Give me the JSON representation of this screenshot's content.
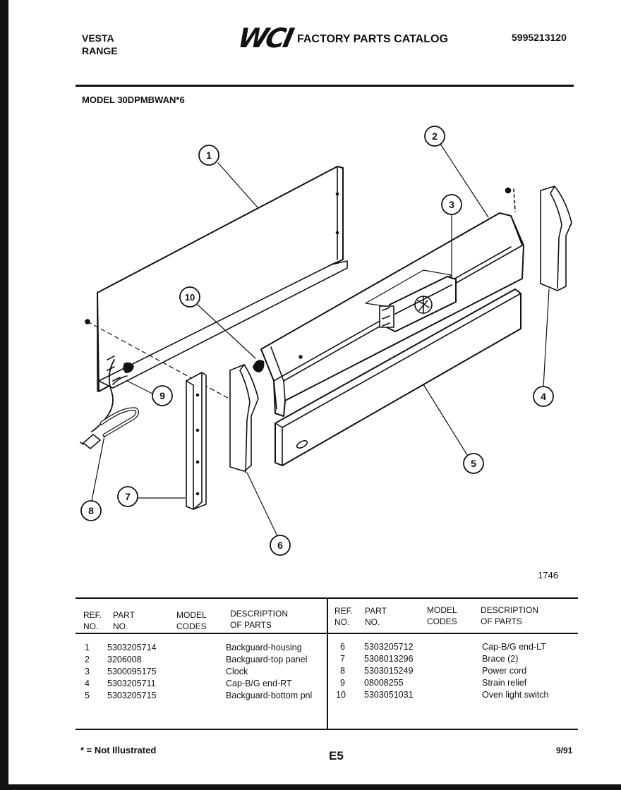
{
  "header": {
    "brand_line1": "VESTA",
    "brand_line2": "RANGE",
    "logo": "WCI",
    "catalog_title": "FACTORY PARTS CATALOG",
    "catalog_number": "5995213120",
    "model": "MODEL 30DPMBWAN*6"
  },
  "diagram": {
    "callouts": [
      "1",
      "2",
      "3",
      "4",
      "5",
      "6",
      "7",
      "8",
      "9",
      "10"
    ],
    "figure_number": "1746"
  },
  "table": {
    "headers": {
      "ref_no": [
        "REF.",
        "NO."
      ],
      "part_no": [
        "PART",
        "NO."
      ],
      "model_codes": [
        "MODEL",
        "CODES"
      ],
      "description": [
        "DESCRIPTION",
        "OF PARTS"
      ]
    },
    "left": [
      {
        "ref": "1",
        "part": "5303205714",
        "desc": "Backguard-housing"
      },
      {
        "ref": "2",
        "part": "3206008",
        "desc": "Backguard-top panel"
      },
      {
        "ref": "3",
        "part": "5300095175",
        "desc": "Clock"
      },
      {
        "ref": "4",
        "part": "5303205711",
        "desc": "Cap-B/G end-RT"
      },
      {
        "ref": "5",
        "part": "5303205715",
        "desc": "Backguard-bottom pnl"
      }
    ],
    "right": [
      {
        "ref": "6",
        "part": "5303205712",
        "desc": "Cap-B/G end-LT"
      },
      {
        "ref": "7",
        "part": "5308013296",
        "desc": "Brace (2)"
      },
      {
        "ref": "8",
        "part": "5303015249",
        "desc": "Power cord"
      },
      {
        "ref": "9",
        "part": "08008255",
        "desc": "Strain relief"
      },
      {
        "ref": "10",
        "part": "5303051031",
        "desc": "Oven light switch"
      }
    ]
  },
  "footer": {
    "note": "* = Not Illustrated",
    "page_code": "E5",
    "date": "9/91"
  }
}
